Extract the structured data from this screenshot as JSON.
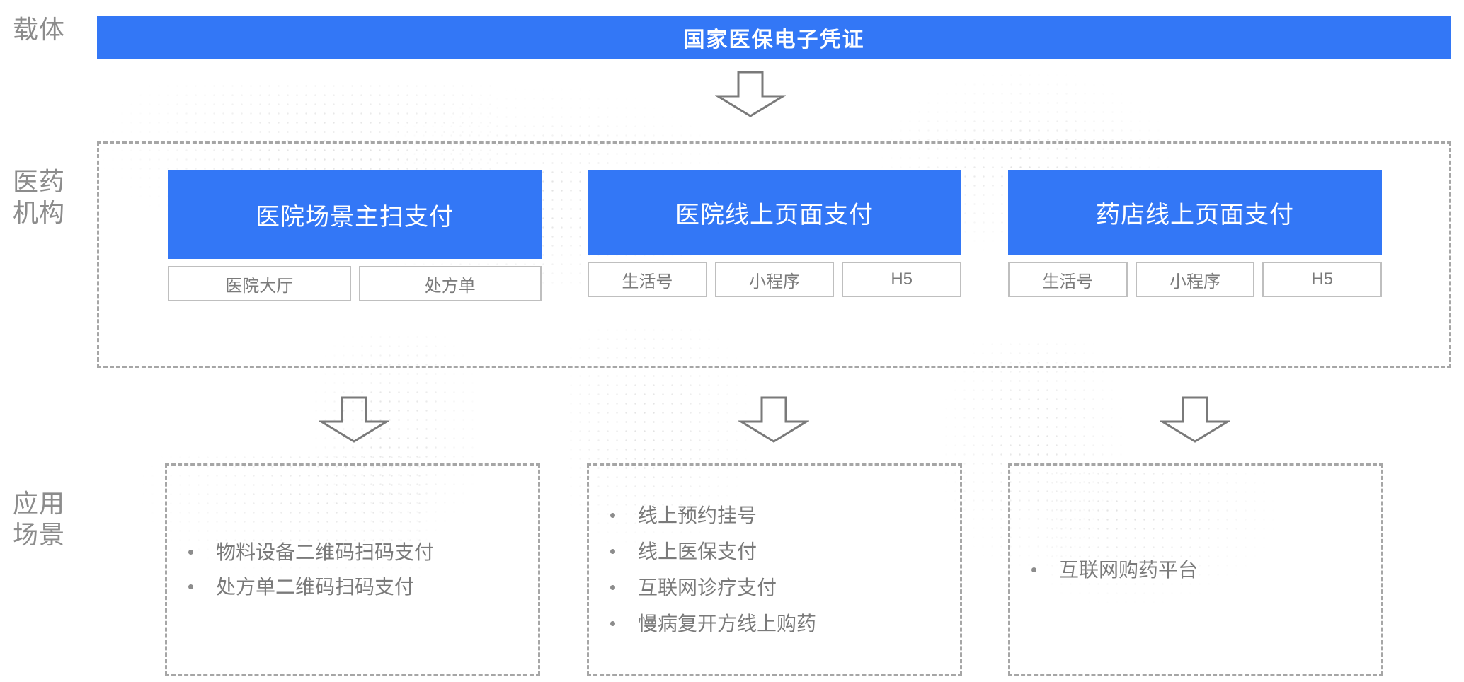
{
  "rows": {
    "carrier_label": "载体",
    "organization_label": "医药机构",
    "scenario_label": "应用场景"
  },
  "banner": {
    "title": "国家医保电子凭证",
    "color": "#3377f6"
  },
  "channels": [
    {
      "title": "医院场景主扫支付",
      "subs": [
        "医院大厅",
        "处方单"
      ]
    },
    {
      "title": "医院线上页面支付",
      "subs": [
        "生活号",
        "小程序",
        "H5"
      ]
    },
    {
      "title": "药店线上页面支付",
      "subs": [
        "生活号",
        "小程序",
        "H5"
      ]
    }
  ],
  "scenarios": [
    {
      "items": [
        "物料设备二维码扫码支付",
        "处方单二维码扫码支付"
      ]
    },
    {
      "items": [
        "线上预约挂号",
        "线上医保支付",
        "互联网诊疗支付",
        "慢病复开方线上购药"
      ]
    },
    {
      "items": [
        "互联网购药平台"
      ]
    }
  ],
  "arrows": {
    "icon": "arrow-down-icon",
    "color": "#7a7a7a"
  },
  "colors": {
    "accent_blue": "#3377f6",
    "text_gray": "#7a7a7a",
    "border_gray": "#a6a6a6",
    "chip_border": "#bfbfbf",
    "background": "#ffffff"
  }
}
